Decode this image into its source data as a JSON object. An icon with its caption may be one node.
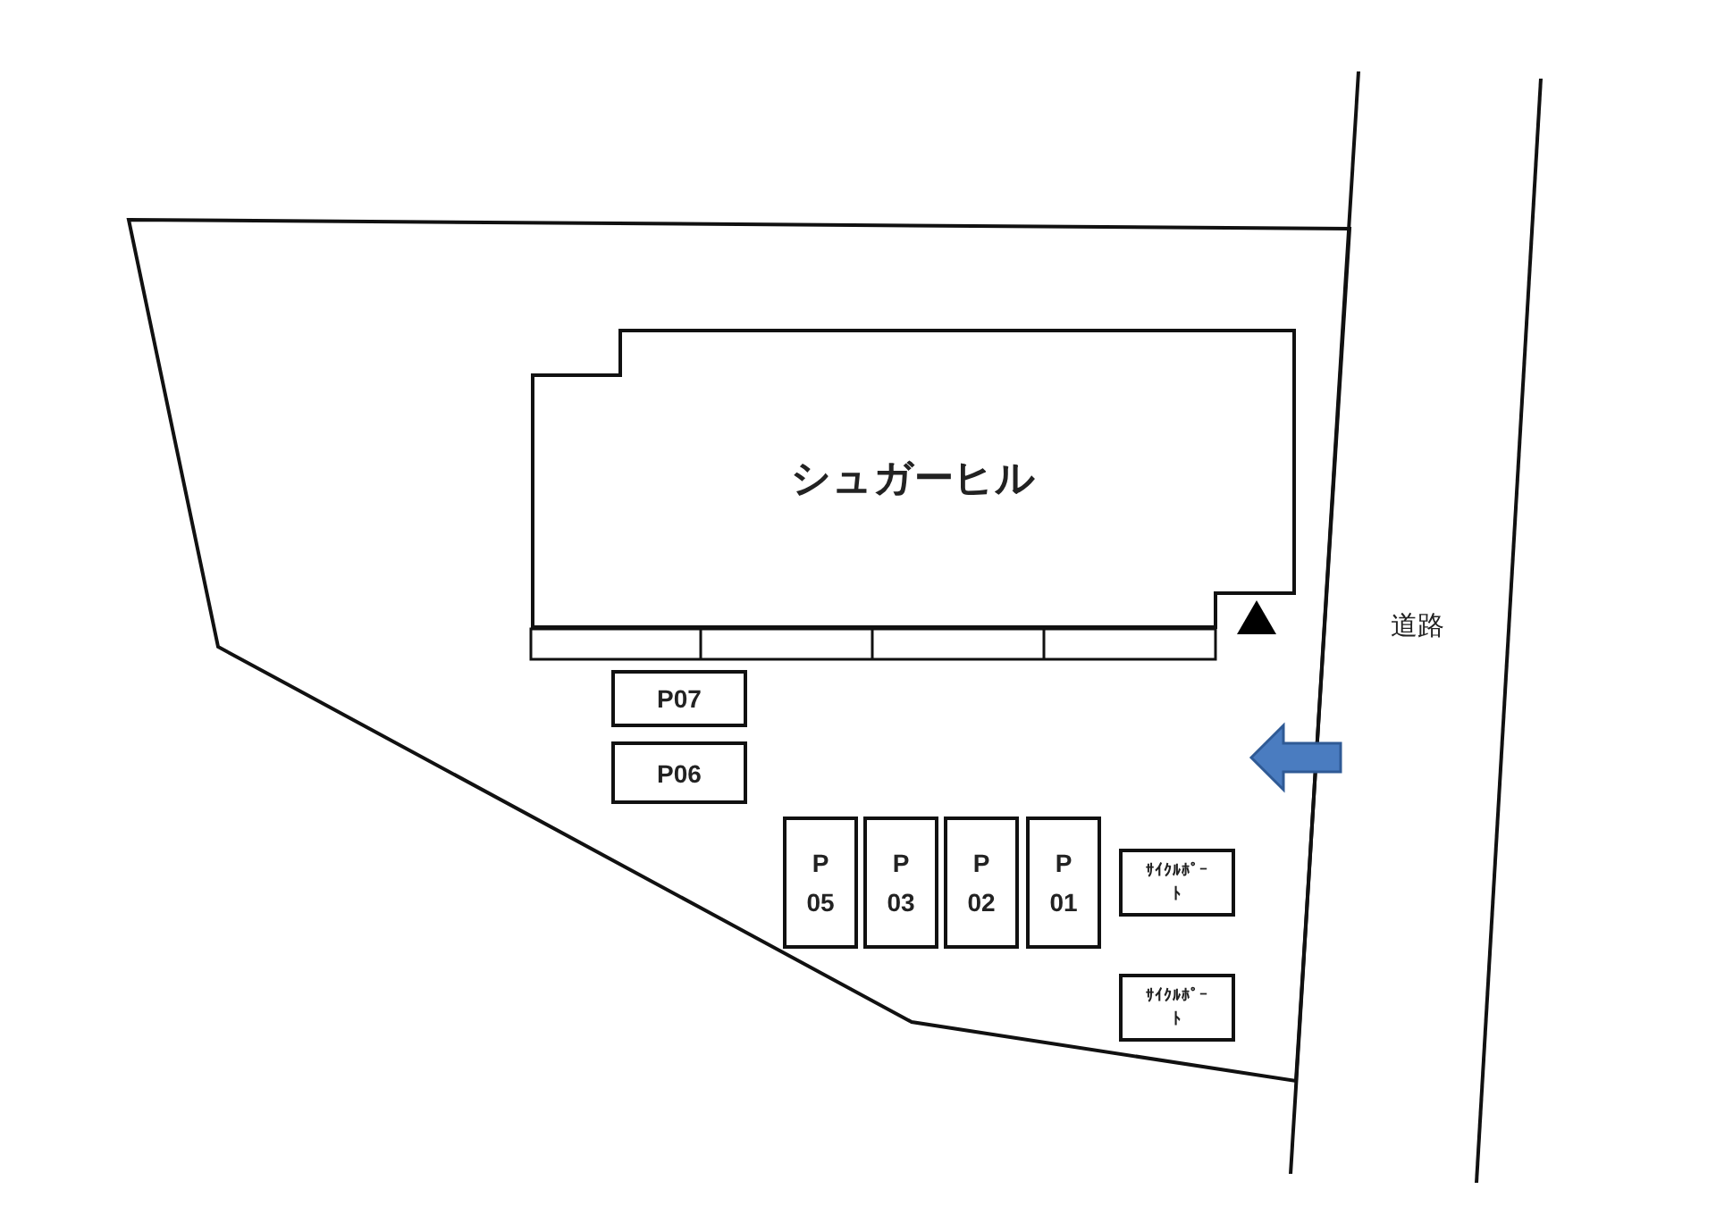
{
  "diagram": {
    "nodes": [
      {
        "text": [
          "シュガーヒル"
        ]
      },
      {
        "text": [
          "P07"
        ]
      },
      {
        "text": [
          "P06"
        ]
      },
      {
        "text": [
          "P 05"
        ]
      },
      {
        "text": [
          "P 03"
        ]
      },
      {
        "text": [
          "P 02"
        ]
      },
      {
        "text": [
          "P 01"
        ]
      },
      {
        "text": [
          "ｻｲｸﾙﾎﾟｰﾄ"
        ]
      },
      {
        "text": [
          "ｻｲｸﾙﾎﾟｰﾄ"
        ]
      }
    ],
    "labels": [
      "道路"
    ]
  }
}
